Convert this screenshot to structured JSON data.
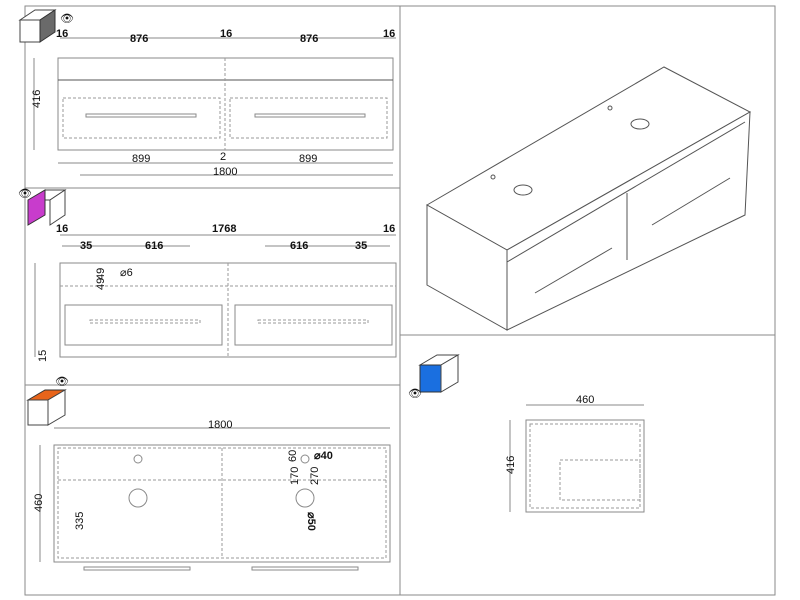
{
  "colors": {
    "front_view": "#6a6a6a",
    "back_view": "#c83ccc",
    "top_view": "#e8641a",
    "side_view": "#1a6fe0"
  },
  "front_view": {
    "d_left": "16",
    "d_width1": "876",
    "d_mid": "16",
    "d_width2": "876",
    "d_right": "16",
    "d_height": "416",
    "d_door1": "899",
    "d_gap": "2",
    "d_door2": "899",
    "d_total": "1800"
  },
  "back_view": {
    "d_left": "16",
    "d_inner": "1768",
    "d_right": "16",
    "d_off1": "35",
    "d_span1": "616",
    "d_span2": "616",
    "d_off2": "35",
    "d_v1": "49",
    "d_v2": "49",
    "d_hole": "⌀6",
    "d_bottom": "15"
  },
  "top_view": {
    "d_total": "1800",
    "d_depth": "460",
    "d_basin": "335",
    "d_60": "60",
    "d_tap": "⌀40",
    "d_170": "170",
    "d_270": "270",
    "d_drain": "⌀50"
  },
  "side_view": {
    "d_depth": "460",
    "d_height": "416"
  }
}
